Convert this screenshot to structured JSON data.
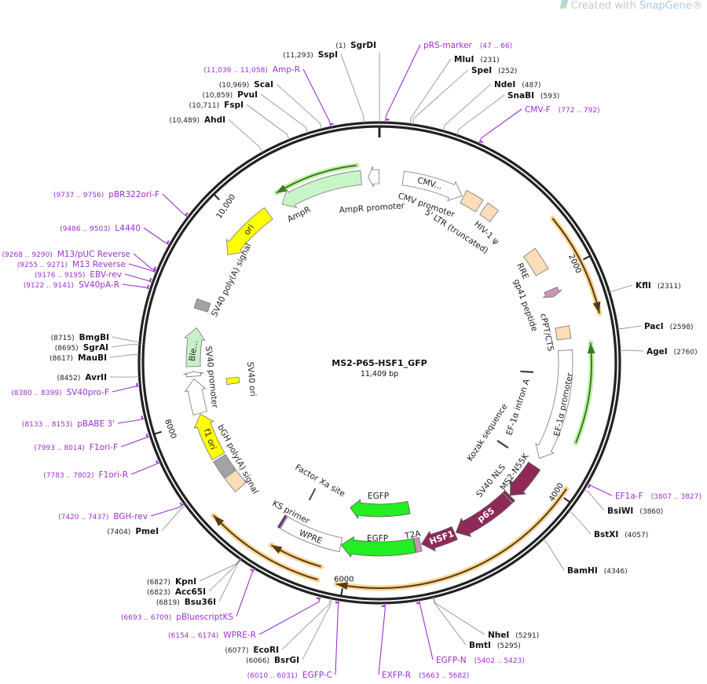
{
  "credit": {
    "prefix": "Created with ",
    "brand": "SnapGene",
    "suffix": "®"
  },
  "map": {
    "name": "MS2-P65-HSF1_GFP",
    "length_label": "11,409 bp",
    "length_bp": 11409,
    "ticks": [
      {
        "bp": 2000,
        "label": "2000"
      },
      {
        "bp": 4000,
        "label": "4000"
      },
      {
        "bp": 6000,
        "label": "6000"
      },
      {
        "bp": 8000,
        "label": "8000"
      },
      {
        "bp": 10000,
        "label": "10,000"
      }
    ]
  },
  "colors": {
    "site": "#111111",
    "primer": "#9b30d0",
    "backbone": "#222222",
    "peach": "#fddcb8",
    "yellow": "#ffff00",
    "gray": "#a0a4a8",
    "lightgreen": "#c8f5c8",
    "maroon": "#8e2a5a",
    "green": "#22ee22",
    "orf_glow": "#f7cf86",
    "orf_line": "#5a3a10",
    "green_glow": "#b8f0a0",
    "green_line": "#3a7a20"
  },
  "right_labels": [
    {
      "kind": "primer",
      "name": "pRS-marker",
      "pos": "(47 .. 66)",
      "bp": 47
    },
    {
      "kind": "site",
      "name": "MluI",
      "pos": "(231)",
      "bp": 231
    },
    {
      "kind": "site",
      "name": "SpeI",
      "pos": "(252)",
      "bp": 252
    },
    {
      "kind": "site",
      "name": "NdeI",
      "pos": "(487)",
      "bp": 487
    },
    {
      "kind": "site",
      "name": "SnaBI",
      "pos": "(593)",
      "bp": 593
    },
    {
      "kind": "primer",
      "name": "CMV-F",
      "pos": "(772 .. 792)",
      "bp": 772
    },
    {
      "kind": "site",
      "name": "KflI",
      "pos": "(2311)",
      "bp": 2311
    },
    {
      "kind": "site",
      "name": "PacI",
      "pos": "(2598)",
      "bp": 2598
    },
    {
      "kind": "site",
      "name": "AgeI",
      "pos": "(2760)",
      "bp": 2760
    },
    {
      "kind": "primer",
      "name": "EF1a-F",
      "pos": "(3807 .. 3827)",
      "bp": 3807
    },
    {
      "kind": "site",
      "name": "BsiWI",
      "pos": "(3860)",
      "bp": 3860
    },
    {
      "kind": "site",
      "name": "BstXI",
      "pos": "(4057)",
      "bp": 4057
    },
    {
      "kind": "site",
      "name": "BamHI",
      "pos": "(4346)",
      "bp": 4346
    },
    {
      "kind": "site",
      "name": "NheI",
      "pos": "(5291)",
      "bp": 5291
    },
    {
      "kind": "site",
      "name": "BmtI",
      "pos": "(5295)",
      "bp": 5295
    },
    {
      "kind": "primer",
      "name": "EGFP-N",
      "pos": "(5402 .. 5423)",
      "bp": 5402
    },
    {
      "kind": "primer",
      "name": "EXFP-R",
      "pos": "(5663 .. 5682)",
      "bp": 5663
    }
  ],
  "left_labels": [
    {
      "kind": "site",
      "name": "SgrDI",
      "pos": "(1)",
      "bp": 1
    },
    {
      "kind": "site",
      "name": "SspI",
      "pos": "(11,293)",
      "bp": 11293
    },
    {
      "kind": "primer",
      "name": "Amp-R",
      "pos": "(11,039 .. 11,058)",
      "bp": 11039
    },
    {
      "kind": "site",
      "name": "ScaI",
      "pos": "(10,969)",
      "bp": 10969
    },
    {
      "kind": "site",
      "name": "PvuI",
      "pos": "(10,859)",
      "bp": 10859
    },
    {
      "kind": "site",
      "name": "FspI",
      "pos": "(10,711)",
      "bp": 10711
    },
    {
      "kind": "site",
      "name": "AhdI",
      "pos": "(10,489)",
      "bp": 10489
    },
    {
      "kind": "primer",
      "name": "pBR322ori-F",
      "pos": "(9737 .. 9756)",
      "bp": 9737
    },
    {
      "kind": "primer",
      "name": "L4440",
      "pos": "(9486 .. 9503)",
      "bp": 9486
    },
    {
      "kind": "primer",
      "name": "M13/pUC Reverse",
      "pos": "(9268 .. 9290)",
      "bp": 9268
    },
    {
      "kind": "primer",
      "name": "M13 Reverse",
      "pos": "(9255 .. 9271)",
      "bp": 9255
    },
    {
      "kind": "primer",
      "name": "EBV-rev",
      "pos": "(9176 .. 9195)",
      "bp": 9176
    },
    {
      "kind": "primer",
      "name": "SV40pA-R",
      "pos": "(9122 .. 9141)",
      "bp": 9122
    },
    {
      "kind": "site",
      "name": "BmgBI",
      "pos": "(8715)",
      "bp": 8715
    },
    {
      "kind": "site",
      "name": "SgrAI",
      "pos": "(8695)",
      "bp": 8695
    },
    {
      "kind": "site",
      "name": "MauBI",
      "pos": "(8617)",
      "bp": 8617
    },
    {
      "kind": "site",
      "name": "AvrII",
      "pos": "(8452)",
      "bp": 8452
    },
    {
      "kind": "primer",
      "name": "SV40pro-F",
      "pos": "(8380 .. 8399)",
      "bp": 8380
    },
    {
      "kind": "primer",
      "name": "pBABE 3'",
      "pos": "(8133 .. 8153)",
      "bp": 8133
    },
    {
      "kind": "primer",
      "name": "F1ori-F",
      "pos": "(7993 .. 8014)",
      "bp": 7993
    },
    {
      "kind": "primer",
      "name": "F1ori-R",
      "pos": "(7783 .. 7802)",
      "bp": 7783
    },
    {
      "kind": "primer",
      "name": "BGH-rev",
      "pos": "(7420 .. 7437)",
      "bp": 7420
    },
    {
      "kind": "site",
      "name": "PmeI",
      "pos": "(7404)",
      "bp": 7404
    },
    {
      "kind": "site",
      "name": "KpnI",
      "pos": "(6827)",
      "bp": 6827
    },
    {
      "kind": "site",
      "name": "Acc65I",
      "pos": "(6823)",
      "bp": 6823
    },
    {
      "kind": "site",
      "name": "Bsu36I",
      "pos": "(6819)",
      "bp": 6819
    },
    {
      "kind": "primer",
      "name": "pBluescriptKS",
      "pos": "(6693 .. 6709)",
      "bp": 6693
    },
    {
      "kind": "primer",
      "name": "WPRE-R",
      "pos": "(6154 .. 6174)",
      "bp": 6154
    },
    {
      "kind": "site",
      "name": "EcoRI",
      "pos": "(6077)",
      "bp": 6077
    },
    {
      "kind": "site",
      "name": "BsrGI",
      "pos": "(6066)",
      "bp": 6066
    },
    {
      "kind": "primer",
      "name": "EGFP-C",
      "pos": "(6010 .. 6031)",
      "bp": 6010
    }
  ],
  "features": [
    {
      "id": "ampr-promoter",
      "start": 11300,
      "end": 11405,
      "dir": -1,
      "lane": 0,
      "color": "#ffffff"
    },
    {
      "id": "ampr",
      "start": 10410,
      "end": 11230,
      "dir": -1,
      "lane": 0,
      "color": "#c8f5c8"
    },
    {
      "id": "ori",
      "start": 9680,
      "end": 10250,
      "dir": -1,
      "lane": 0,
      "color": "#ffff00",
      "inner_label": "ori"
    },
    {
      "id": "sv40-polya",
      "start": 9080,
      "end": 9170,
      "dir": 0,
      "lane": 0,
      "color": "#a0a4a8"
    },
    {
      "id": "ble",
      "start": 8520,
      "end": 8900,
      "dir": 1,
      "lane": 0,
      "color": "#c8f0c8",
      "inner_label": "Ble..."
    },
    {
      "id": "sv40-promoter-a",
      "start": 8060,
      "end": 8400,
      "dir": 1,
      "lane": 0,
      "color": "#ffffff"
    },
    {
      "id": "sv40-promoter-b",
      "start": 8425,
      "end": 8470,
      "dir": 1,
      "lane": 0,
      "color": "#ffffff"
    },
    {
      "id": "f1-ori",
      "start": 7600,
      "end": 8050,
      "dir": 1,
      "lane": 0,
      "color": "#ffff00",
      "inner_label": "f1 ori"
    },
    {
      "id": "bgh-polya",
      "start": 7400,
      "end": 7580,
      "dir": 0,
      "lane": 0,
      "color": "#a0a4a8"
    },
    {
      "id": "peach-box",
      "start": 7230,
      "end": 7390,
      "dir": 0,
      "lane": 0,
      "color": "#fddcb8"
    },
    {
      "id": "cmv-promoter",
      "start": 232,
      "end": 834,
      "dir": 1,
      "lane": 0,
      "color": "#ffffff",
      "inner_label": "CMV..."
    },
    {
      "id": "ltr",
      "start": 850,
      "end": 1030,
      "dir": 0,
      "lane": 0,
      "color": "#fddcb8"
    },
    {
      "id": "hiv-psi",
      "start": 1080,
      "end": 1205,
      "dir": 0,
      "lane": 0,
      "color": "#fddcb8"
    },
    {
      "id": "rre",
      "start": 1700,
      "end": 1930,
      "dir": 0,
      "lane": 0,
      "color": "#fddcb8"
    },
    {
      "id": "gp41",
      "start": 2120,
      "end": 2195,
      "dir": 1,
      "lane": 0,
      "color": "#c896b4"
    },
    {
      "id": "cppt",
      "start": 2500,
      "end": 2620,
      "dir": 0,
      "lane": 0,
      "color": "#fddcb8"
    },
    {
      "id": "ef1a-promoter",
      "start": 2730,
      "end": 3830,
      "dir": 1,
      "lane": 0,
      "color": "#ffffff"
    },
    {
      "id": "ms2",
      "start": 3920,
      "end": 4290,
      "dir": 1,
      "lane": 0,
      "color": "#8e2a5a"
    },
    {
      "id": "sv40-nls",
      "start": 4295,
      "end": 4322,
      "dir": 0,
      "lane": 0,
      "color": "#8e2a5a"
    },
    {
      "id": "p65",
      "start": 4330,
      "end": 4935,
      "dir": 1,
      "lane": 0,
      "color": "#8e2a5a",
      "inner_label": "p65"
    },
    {
      "id": "hsf1",
      "start": 4950,
      "end": 5290,
      "dir": 1,
      "lane": 0,
      "color": "#8e2a5a",
      "inner_label": "HSF1"
    },
    {
      "id": "t2a",
      "start": 5300,
      "end": 5355,
      "dir": 0,
      "lane": 0,
      "color": "#c896b4"
    },
    {
      "id": "egfp-outer",
      "start": 5360,
      "end": 6080,
      "dir": 1,
      "lane": 0,
      "color": "#22ee22"
    },
    {
      "id": "wpre",
      "start": 6085,
      "end": 6680,
      "dir": 0,
      "lane": 0,
      "color": "#ffffff"
    },
    {
      "id": "ks-primer",
      "start": 6690,
      "end": 6712,
      "dir": 0,
      "lane": 0,
      "color": "#7a2aa0"
    },
    {
      "id": "egfp-inner",
      "start": 5340,
      "end": 6065,
      "dir": 1,
      "lane": 1,
      "color": "#22ee22"
    },
    {
      "id": "sv40-ori",
      "start": 8300,
      "end": 8372,
      "dir": 0,
      "lane": 1,
      "color": "#ffff00"
    },
    {
      "id": "factor-xa",
      "start": 6555,
      "end": 6567,
      "dir": 0,
      "lane": 1,
      "color": "#333333"
    },
    {
      "id": "kozak",
      "start": 3905,
      "end": 3920,
      "dir": 0,
      "lane": 1,
      "color": "#333333"
    },
    {
      "id": "ef1a-intron",
      "start": 2955,
      "end": 2970,
      "dir": 0,
      "lane": 1,
      "color": "#333333"
    }
  ],
  "feature_labels": {
    "ampr": "AmpR",
    "ampr_promoter": "AmpR promoter",
    "cmv_promoter": "CMV promoter",
    "ltr": "5' LTR (truncated)",
    "hiv_psi": "HIV-1 ψ",
    "rre": "RRE",
    "gp41": "gp41 peptide",
    "cppt": "cPPT/CTS",
    "ef1a_promoter": "EF-1α promoter",
    "ef1a_intron": "EF-1α intron A",
    "kozak": "Kozak sequence",
    "ms2": "MS2-N55K",
    "sv40_nls": "SV40 NLS",
    "t2a": "T2A",
    "egfp_inner": "EGFP",
    "egfp_outer": "EGFP",
    "wpre": "WPRE",
    "ks_primer": "KS primer",
    "factor_xa": "Factor Xa site",
    "bgh_polya": "bGH poly(A) signal",
    "sv40_promoter": "SV40 promoter",
    "sv40_ori": "SV40 ori",
    "sv40_polya": "SV40 poly(A) signal"
  },
  "orfs": [
    {
      "start": 10420,
      "end": 11200,
      "dir": -1,
      "lane": 2,
      "style": "green"
    },
    {
      "start": 1590,
      "end": 2450,
      "dir": 1,
      "lane": 3,
      "style": "orange"
    },
    {
      "start": 2681,
      "end": 3556,
      "dir": -1,
      "lane": 4,
      "style": "green"
    },
    {
      "start": 3930,
      "end": 6053,
      "dir": 1,
      "lane": 3,
      "style": "orange"
    },
    {
      "start": 6208,
      "end": 7207,
      "dir": 1,
      "lane": 3,
      "style": "orange"
    },
    {
      "start": 6211,
      "end": 6677,
      "dir": 1,
      "lane": 4,
      "style": "orange"
    }
  ]
}
